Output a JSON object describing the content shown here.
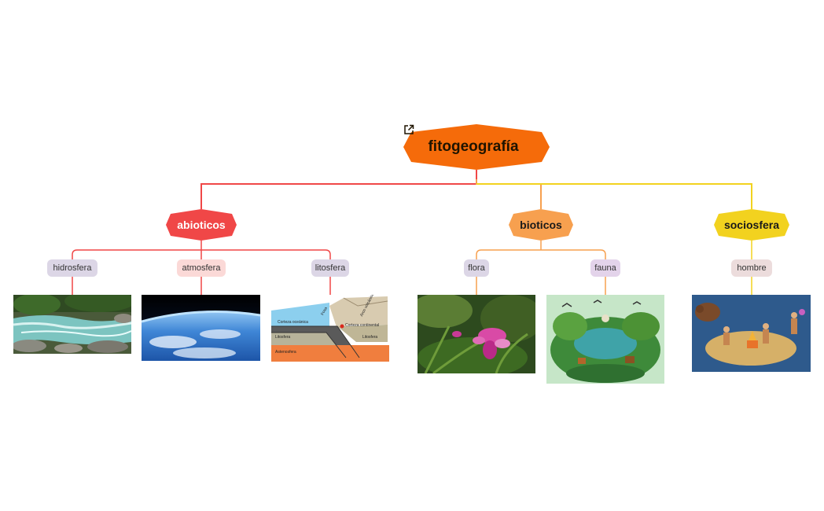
{
  "root": {
    "label": "fitogeografía",
    "icon": "external-link-icon",
    "color": "#f56b0a"
  },
  "branches": {
    "abioticos": {
      "label": "abioticos",
      "color": "#f04747"
    },
    "bioticos": {
      "label": "bioticos",
      "color": "#f7a04f"
    },
    "sociosfera": {
      "label": "sociosfera",
      "color": "#f2d21f"
    }
  },
  "leaves": {
    "hidrosfera": "hidrosfera",
    "atmosfera": "atmosfera",
    "litosfera": "litosfera",
    "flora": "flora",
    "fauna": "fauna",
    "hombre": "hombre"
  },
  "litosfera_diagram": {
    "fosa": "Fosa",
    "arco": "Arco volcánico",
    "corteza_oceanica": "Corteza oceánica",
    "corteza_continental": "Corteza continental",
    "litosfera_left": "Litosfera",
    "litosfera_right": "Litosfera",
    "astenosfera": "Astenosfera"
  }
}
